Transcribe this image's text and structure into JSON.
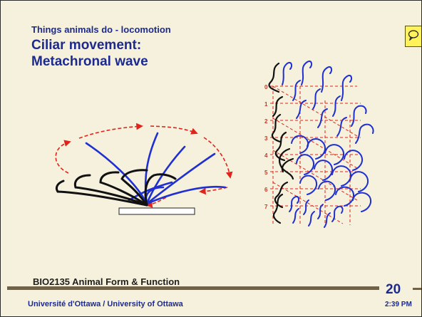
{
  "slide": {
    "subtitle": "Things animals do - locomotion",
    "title_lines": [
      "Ciliar movement:",
      "Metachronal wave"
    ],
    "course": "BIO2135 Animal Form & Function",
    "university": "Université d'Ottawa / University of Ottawa",
    "page_number": "20",
    "time": "2:39 PM"
  },
  "figure": {
    "row_labels": [
      "0",
      "1",
      "2",
      "3",
      "4",
      "5",
      "6",
      "7"
    ],
    "colors": {
      "effective_stroke": "#1f2fd0",
      "recovery_stroke": "#111111",
      "arrows": "#e0241c",
      "background": "#f6f1dc"
    }
  },
  "icons": {
    "note": "comment-note-icon"
  }
}
